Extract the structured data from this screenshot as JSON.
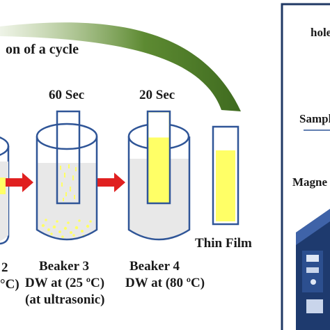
{
  "cycle_label": "on of a cycle",
  "beakers": [
    {
      "time": "",
      "name": "2",
      "line1": "°C)",
      "line2": ""
    },
    {
      "time": "60 Sec",
      "name": "Beaker 3",
      "line1": "DW at (25 ºC)",
      "line2": "(at ultrasonic)"
    },
    {
      "time": "20 Sec",
      "name": "Beaker 4",
      "line1": "DW at (80 ºC)",
      "line2": ""
    }
  ],
  "thin_film_label": "Thin Film",
  "right_panel": {
    "labels": [
      "hole",
      "Sampl",
      "Magne"
    ]
  },
  "colors": {
    "outline": "#2f5597",
    "film": "#ffff66",
    "arrow": "#e02020",
    "cycle_arrow": "#4f7a28",
    "water": "#e8e8e8"
  }
}
